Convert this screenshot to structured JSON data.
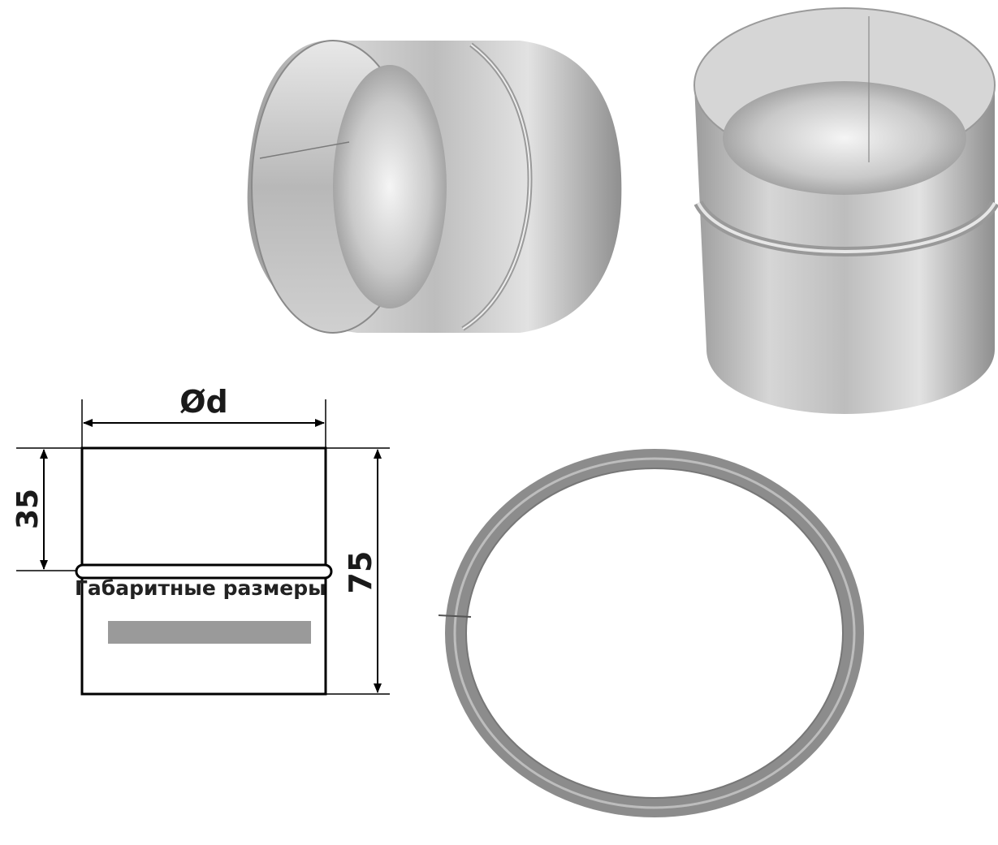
{
  "labels": {
    "diameter": "Ød",
    "half_height": "35",
    "height": "75"
  },
  "caption": "Габаритные размеры",
  "colors": {
    "line": "#000000",
    "metal_light": "#d9d9d9",
    "metal_mid": "#b3b3b3",
    "metal_dark": "#8a8a8a",
    "ring": "#8c8c8c",
    "legend_bar": "#9a9a9a"
  }
}
